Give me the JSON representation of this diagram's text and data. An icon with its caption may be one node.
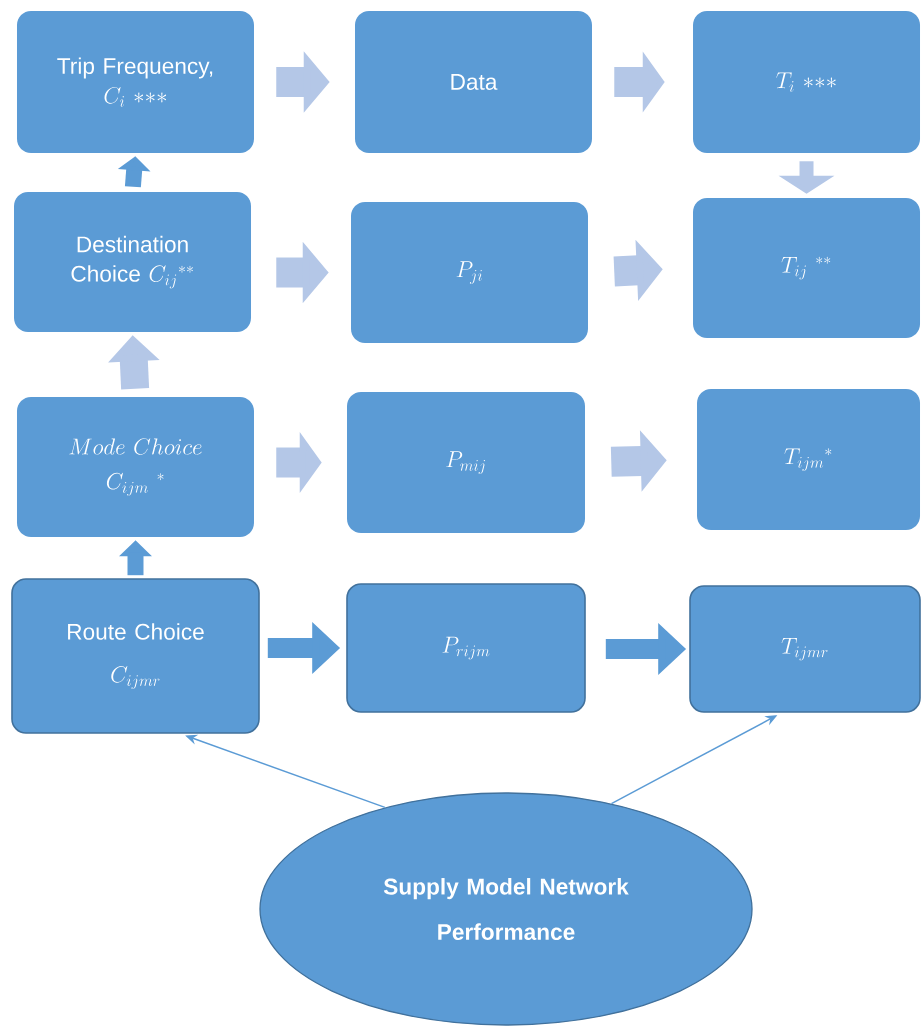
{
  "diagram": {
    "nodes": [
      {
        "text": [
          "Trip Frequency,",
          "C_{i}\\ {*}{*}{*}"
        ]
      },
      {
        "text": [
          "Data"
        ]
      },
      {
        "text": [
          "T_{i}\\ {*}{*}{*}"
        ]
      },
      {
        "text": [
          "Destination Choice",
          "C_{ij}{}^{**}"
        ]
      },
      {
        "text": [
          "P_{ji}"
        ]
      },
      {
        "text": [
          "T_{ij}\\ {}^{**}"
        ]
      },
      {
        "text": [
          "Mode\\ Choice",
          "C_{ijm}\\ {}^{*}"
        ]
      },
      {
        "text": [
          "P_{mij}"
        ]
      },
      {
        "text": [
          "T_{ijm}{}^{*}"
        ]
      },
      {
        "text": [
          "Route Choice",
          "C_{ijmr}"
        ]
      },
      {
        "text": [
          "P_{rijm}"
        ]
      },
      {
        "text": [
          "T_{ijmr}"
        ]
      },
      {
        "text": [
          "Supply Model Network",
          "Performance"
        ]
      }
    ],
    "edges": [
      {
        "from": 0,
        "to": 1,
        "arrow": "to",
        "color": "#b4c7e7"
      },
      {
        "from": 1,
        "to": 2,
        "arrow": "to",
        "color": "#b4c7e7"
      },
      {
        "from": 2,
        "to": 5,
        "arrow": "to",
        "color": "#b4c7e7"
      },
      {
        "from": 3,
        "to": 0,
        "arrow": "to",
        "color": "#5b9bd5"
      },
      {
        "from": 3,
        "to": 4,
        "arrow": "to",
        "color": "#b4c7e7"
      },
      {
        "from": 4,
        "to": 5,
        "arrow": "to",
        "color": "#b4c7e7"
      },
      {
        "from": 6,
        "to": 3,
        "arrow": "to",
        "color": "#b4c7e7"
      },
      {
        "from": 6,
        "to": 7,
        "arrow": "to",
        "color": "#b4c7e7"
      },
      {
        "from": 7,
        "to": 8,
        "arrow": "to",
        "color": "#b4c7e7"
      },
      {
        "from": 9,
        "to": 6,
        "arrow": "to",
        "color": "#5b9bd5"
      },
      {
        "from": 9,
        "to": 10,
        "arrow": "to",
        "color": "#5b9bd5"
      },
      {
        "from": 10,
        "to": 11,
        "arrow": "to",
        "color": "#5b9bd5"
      },
      {
        "from": 12,
        "to": 9,
        "arrow": "to",
        "color": "#5b9bd5"
      },
      {
        "from": 12,
        "to": 11,
        "arrow": "to",
        "color": "#5b9bd5"
      }
    ]
  }
}
